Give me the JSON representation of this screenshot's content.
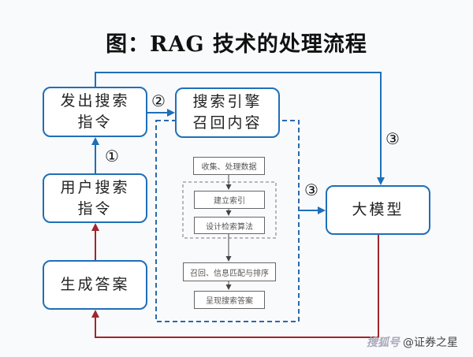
{
  "title": "图：RAG 技术的处理流程",
  "colors": {
    "blue": "#1f6fb8",
    "red": "#a0262c",
    "dash": "#2a6aa8",
    "gray": "#666666"
  },
  "nodes": {
    "issue_search": {
      "line1": "发出搜索",
      "line2": "指令"
    },
    "search_engine": {
      "line1": "搜索引擎",
      "line2": "召回内容"
    },
    "user_query": {
      "line1": "用户搜索",
      "line2": "指令"
    },
    "generate_answer": {
      "label": "生成答案"
    },
    "llm": {
      "label": "大模型"
    }
  },
  "engine_steps": [
    "收集、处理数据",
    "建立索引",
    "设计检索算法",
    "召回、信息匹配与排序",
    "呈现搜索答案"
  ],
  "step_markers": {
    "one": "①",
    "two": "②",
    "three_a": "③",
    "three_b": "③"
  },
  "watermark": {
    "brand": "搜狐号",
    "handle": "@证券之星"
  }
}
